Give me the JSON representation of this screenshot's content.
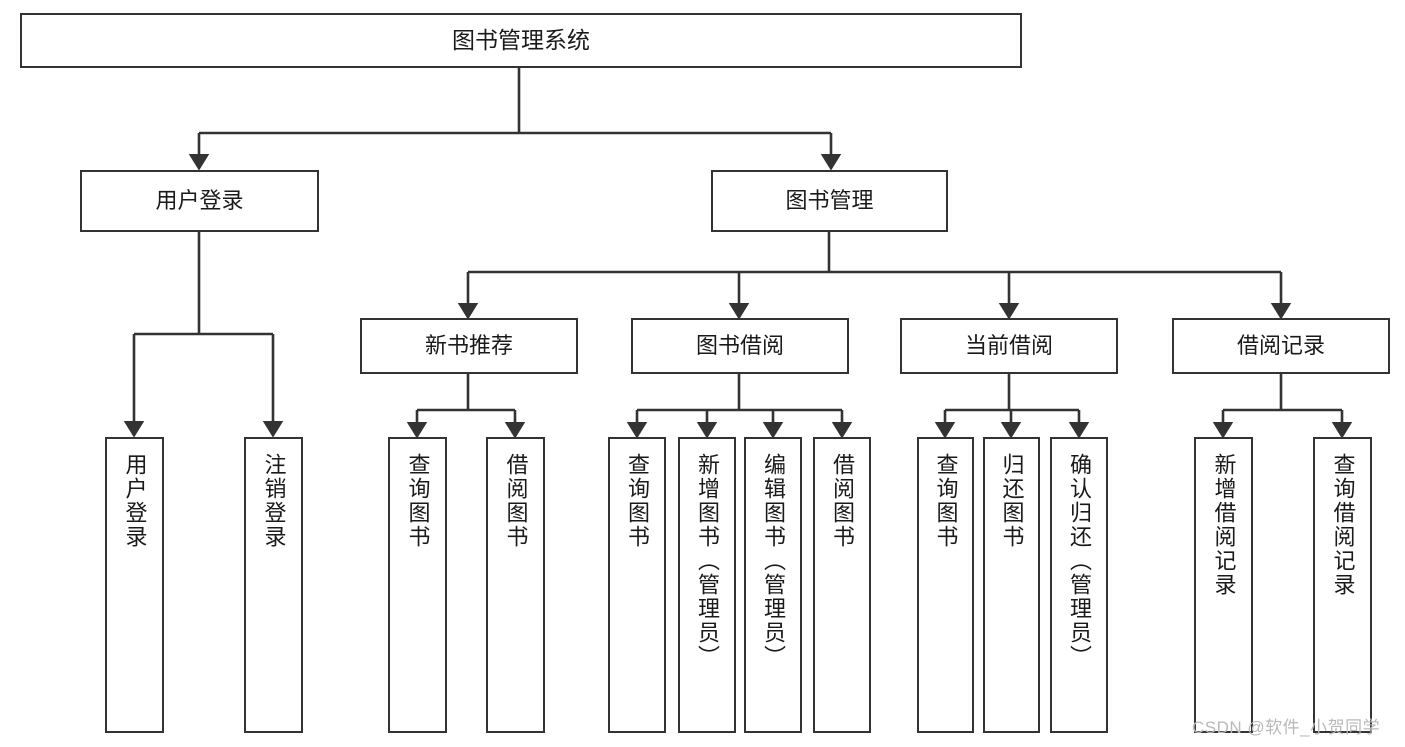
{
  "diagram": {
    "title": "图书管理系统",
    "type": "hierarchy-tree",
    "edge_color": "#333333",
    "box_border_color": "#333333",
    "box_fill_color": "#ffffff",
    "text_color": "#1a1a1a",
    "background_color": "#ffffff"
  },
  "nodes": {
    "root": {
      "label": "图书管理系统",
      "level": 0,
      "orientation": "horizontal"
    },
    "level1": [
      {
        "id": "user-login",
        "label": "用户登录",
        "orientation": "horizontal"
      },
      {
        "id": "book-management",
        "label": "图书管理",
        "orientation": "horizontal"
      }
    ],
    "level2": [
      {
        "id": "new-book-recommend",
        "label": "新书推荐",
        "parent": "book-management",
        "orientation": "horizontal"
      },
      {
        "id": "book-borrow",
        "label": "图书借阅",
        "parent": "book-management",
        "orientation": "horizontal"
      },
      {
        "id": "current-borrow",
        "label": "当前借阅",
        "parent": "book-management",
        "orientation": "horizontal"
      },
      {
        "id": "borrow-record",
        "label": "借阅记录",
        "parent": "book-management",
        "orientation": "horizontal"
      }
    ],
    "leaves": [
      {
        "id": "leaf-user-login",
        "label": "用户登录",
        "parent": "user-login",
        "orientation": "vertical"
      },
      {
        "id": "leaf-user-logout",
        "label": "注销登录",
        "parent": "user-login",
        "orientation": "vertical"
      },
      {
        "id": "leaf-query-book-1",
        "label": "查询图书",
        "parent": "new-book-recommend",
        "orientation": "vertical"
      },
      {
        "id": "leaf-borrow-book-1",
        "label": "借阅图书",
        "parent": "new-book-recommend",
        "orientation": "vertical"
      },
      {
        "id": "leaf-query-book-2",
        "label": "查询图书",
        "parent": "book-borrow",
        "orientation": "vertical"
      },
      {
        "id": "leaf-add-book",
        "label": "新增图书（管理员）",
        "parent": "book-borrow",
        "orientation": "vertical"
      },
      {
        "id": "leaf-edit-book",
        "label": "编辑图书（管理员）",
        "parent": "book-borrow",
        "orientation": "vertical"
      },
      {
        "id": "leaf-borrow-book-2",
        "label": "借阅图书",
        "parent": "book-borrow",
        "orientation": "vertical"
      },
      {
        "id": "leaf-query-book-3",
        "label": "查询图书",
        "parent": "current-borrow",
        "orientation": "vertical"
      },
      {
        "id": "leaf-return-book",
        "label": "归还图书",
        "parent": "current-borrow",
        "orientation": "vertical"
      },
      {
        "id": "leaf-confirm-return",
        "label": "确认归还（管理员）",
        "parent": "current-borrow",
        "orientation": "vertical"
      },
      {
        "id": "leaf-add-record",
        "label": "新增借阅记录",
        "parent": "borrow-record",
        "orientation": "vertical"
      },
      {
        "id": "leaf-query-record",
        "label": "查询借阅记录",
        "parent": "borrow-record",
        "orientation": "vertical"
      }
    ]
  },
  "watermark": {
    "text": "CSDN @软件_小贺同学"
  }
}
